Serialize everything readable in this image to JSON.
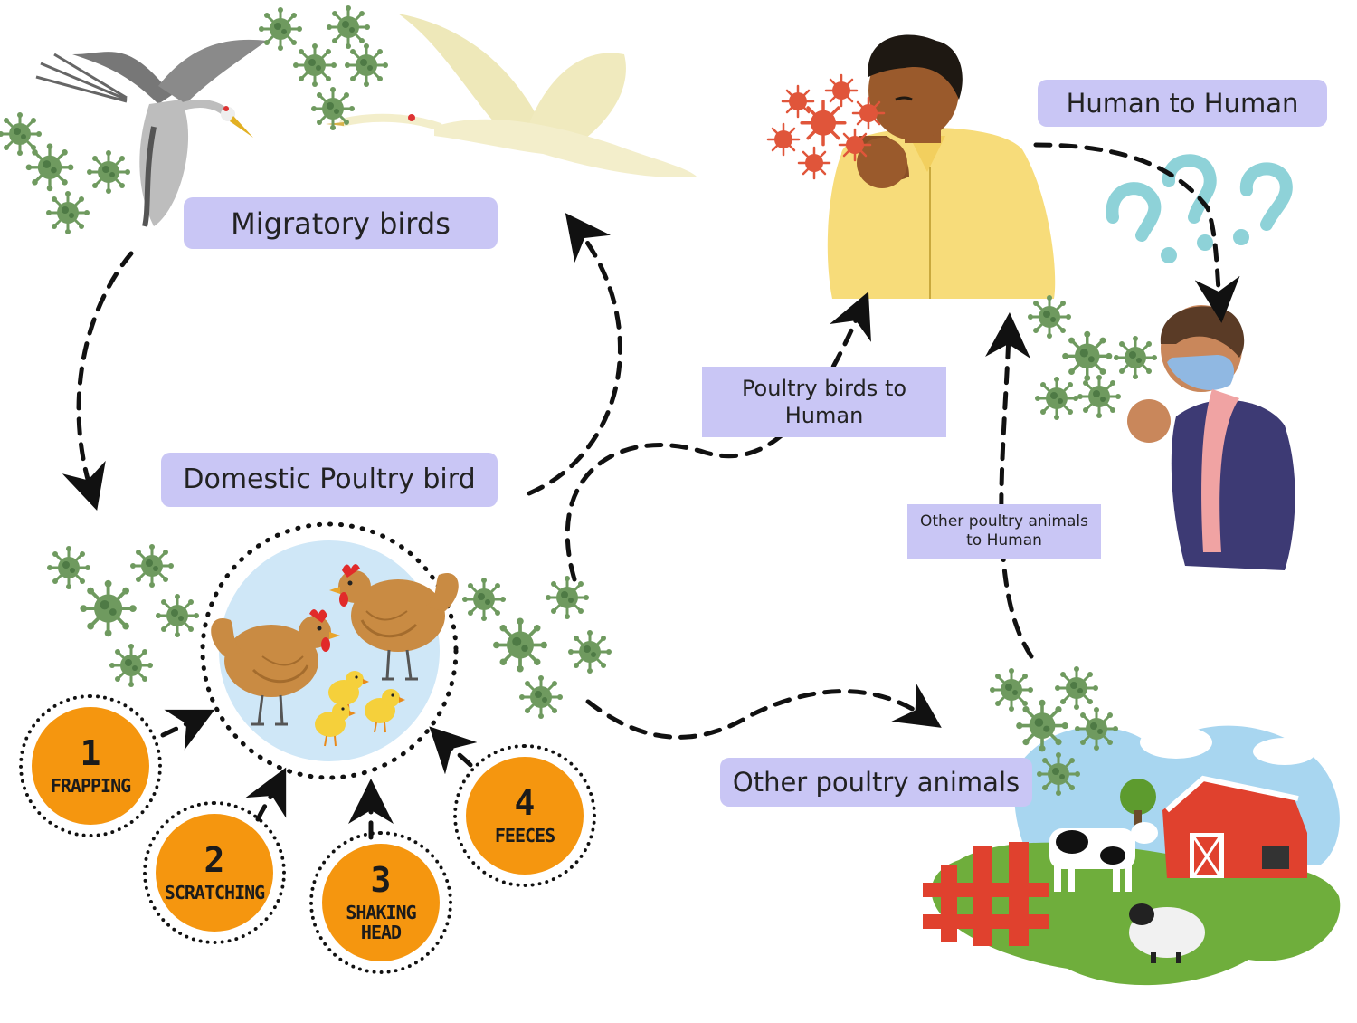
{
  "labels": {
    "migratory_birds": "Migratory birds",
    "domestic_poultry": "Domestic Poultry bird",
    "human_to_human": "Human to Human",
    "poultry_to_human": "Poultry birds to Human",
    "other_animals": "Other poultry animals",
    "other_animals_to_human": "Other poultry animals to Human"
  },
  "steps": [
    {
      "number": "1",
      "text": "FRAPPING"
    },
    {
      "number": "2",
      "text": "SCRATCHING"
    },
    {
      "number": "3",
      "text": "SHAKING HEAD"
    },
    {
      "number": "4",
      "text": "FEECES"
    }
  ],
  "colors": {
    "label_bg": "#c9c6f5",
    "step_orange": "#f5960f",
    "virus_green": "#6f9a5f",
    "virus_red": "#e0553a",
    "coop_blue": "#cfe7f7",
    "shirt_yellow": "#f7dc7a",
    "barn_red": "#e0412e",
    "grass_green": "#6fae3c"
  },
  "icons": [
    "crane-grey-icon",
    "crane-white-icon",
    "virus-icon",
    "question-mark-icon",
    "coughing-man-icon",
    "masked-child-icon",
    "hen-icon",
    "chick-icon",
    "farm-icon",
    "cow-icon",
    "sheep-icon",
    "barn-icon"
  ]
}
